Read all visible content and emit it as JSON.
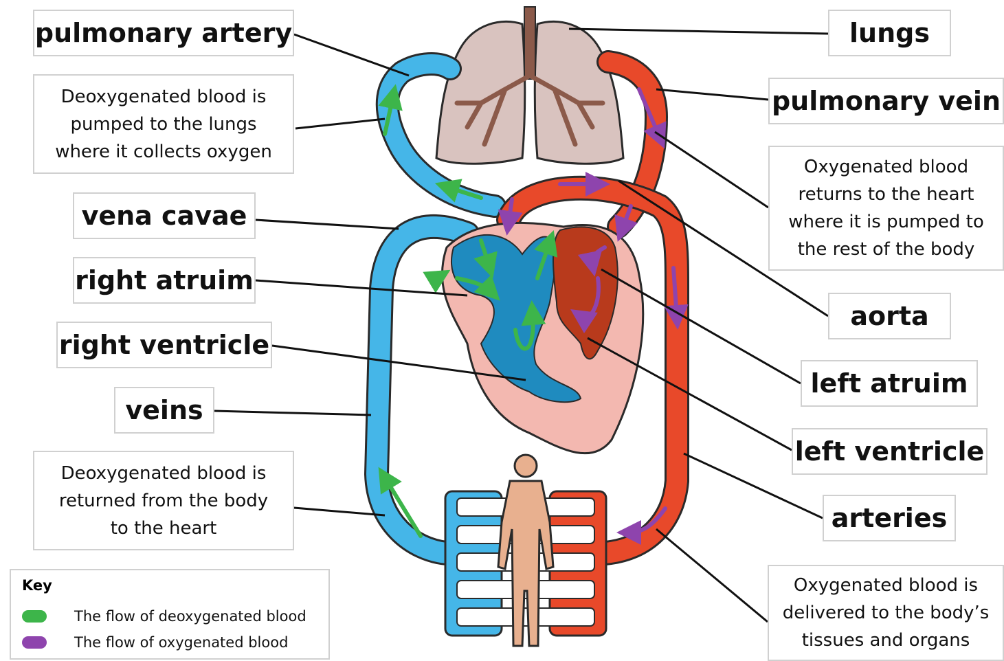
{
  "labels": {
    "pulmonary_artery": "pulmonary artery",
    "lungs": "lungs",
    "pulmonary_vein": "pulmonary vein",
    "vena_cavae": "vena cavae",
    "right_atruim": "right atruim",
    "right_ventricle": "right ventricle",
    "veins": "veins",
    "aorta": "aorta",
    "left_atruim": "left atruim",
    "left_ventricle": "left ventricle",
    "arteries": "arteries"
  },
  "descriptions": {
    "deoxy_to_lungs": [
      "Deoxygenated blood is",
      "pumped to the lungs",
      "where it collects oxygen"
    ],
    "oxy_returns": [
      "Oxygenated blood",
      "returns to the heart",
      "where it is pumped to",
      "the rest of the body"
    ],
    "deoxy_from_body": [
      "Deoxygenated blood is",
      "returned from the body",
      "to the heart"
    ],
    "oxy_delivered": [
      "Oxygenated blood is",
      "delivered to the body’s",
      "tissues and organs"
    ]
  },
  "key": {
    "title": "Key",
    "items": [
      {
        "label": "The flow of deoxygenated blood",
        "color": "#3db54a"
      },
      {
        "label": "The flow of oxygenated blood",
        "color": "#8e44ad"
      }
    ]
  },
  "colors": {
    "deoxygenated_vessel": "#45b6e8",
    "oxygenated_vessel": "#e8492a",
    "heart_tissue": "#f3b8b0",
    "right_chambers": "#1f8bbf",
    "left_chambers": "#b83a1c",
    "lung": "#d9c3bf",
    "bronchi": "#8b5a4a",
    "body": "#e8b08f"
  }
}
